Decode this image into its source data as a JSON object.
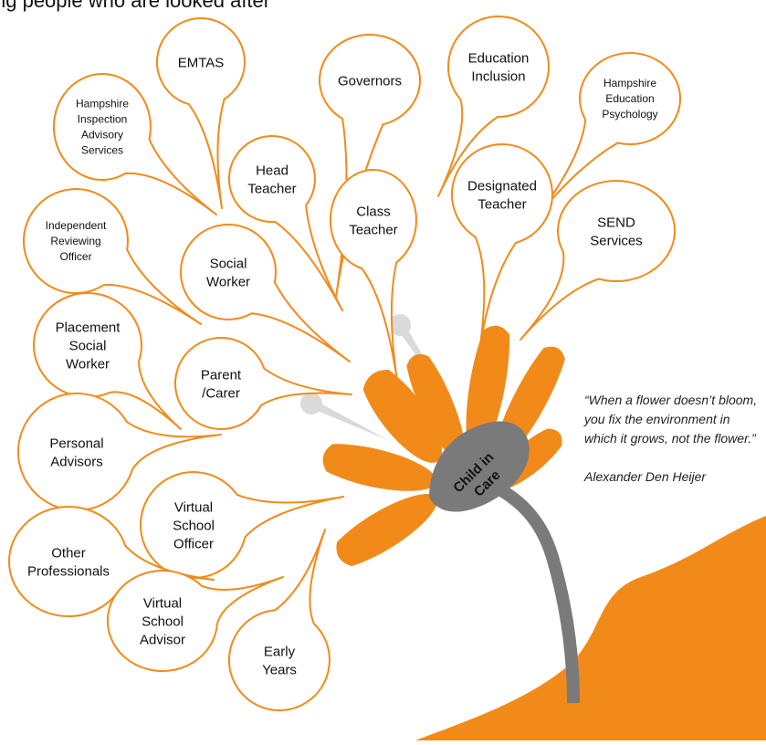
{
  "header": {
    "text": "ng people who are looked after"
  },
  "colors": {
    "accent": "#F28A1A",
    "stem": "#7A7A7A",
    "ghost": "#DADADA"
  },
  "center": {
    "label_lines": [
      "Child in",
      "Care"
    ]
  },
  "quote": {
    "text": "“When a flower doesn’t bloom, you fix the environment in which it grows, not the flower.”",
    "author": "Alexander Den Heijer"
  },
  "nodes": [
    {
      "name": "emtas",
      "lines": [
        "EMTAS"
      ]
    },
    {
      "name": "governors",
      "lines": [
        "Governors"
      ]
    },
    {
      "name": "education-inclusion",
      "lines": [
        "Education",
        "Inclusion"
      ]
    },
    {
      "name": "hampshire-education-psychology",
      "lines": [
        "Hampshire",
        "Education",
        "Psychology"
      ]
    },
    {
      "name": "hampshire-inspection-advisory-services",
      "lines": [
        "Hampshire",
        "Inspection",
        "Advisory",
        "Services"
      ]
    },
    {
      "name": "head-teacher",
      "lines": [
        "Head",
        "Teacher"
      ]
    },
    {
      "name": "class-teacher",
      "lines": [
        "Class",
        "Teacher"
      ]
    },
    {
      "name": "designated-teacher",
      "lines": [
        "Designated",
        "Teacher"
      ]
    },
    {
      "name": "send-services",
      "lines": [
        "SEND",
        "Services"
      ]
    },
    {
      "name": "independent-reviewing-officer",
      "lines": [
        "Independent",
        "Reviewing",
        "Officer"
      ]
    },
    {
      "name": "social-worker",
      "lines": [
        "Social",
        "Worker"
      ]
    },
    {
      "name": "placement-social-worker",
      "lines": [
        "Placement",
        "Social",
        "Worker"
      ]
    },
    {
      "name": "parent-carer",
      "lines": [
        "Parent",
        "/Carer"
      ]
    },
    {
      "name": "personal-advisors",
      "lines": [
        "Personal",
        "Advisors"
      ]
    },
    {
      "name": "virtual-school-officer",
      "lines": [
        "Virtual",
        "School",
        "Officer"
      ]
    },
    {
      "name": "other-professionals",
      "lines": [
        "Other",
        "Professionals"
      ]
    },
    {
      "name": "virtual-school-advisor",
      "lines": [
        "Virtual",
        "School",
        "Advisor"
      ]
    },
    {
      "name": "early-years",
      "lines": [
        "Early",
        "Years"
      ]
    }
  ]
}
